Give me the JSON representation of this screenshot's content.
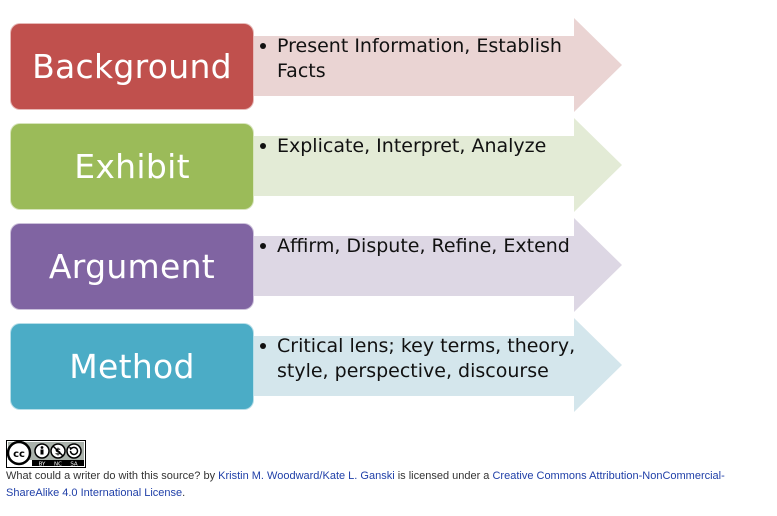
{
  "rows": [
    {
      "title": "Background",
      "bullets": [
        "Present Information, Establish Facts"
      ],
      "box_color": "#c0504d",
      "arrow_color": "#ead4d3"
    },
    {
      "title": "Exhibit",
      "bullets": [
        "Explicate, Interpret, Analyze"
      ],
      "box_color": "#9bbb59",
      "arrow_color": "#e3ebd6"
    },
    {
      "title": "Argument",
      "bullets": [
        "Affirm, Dispute, Refine, Extend"
      ],
      "box_color": "#8064a2",
      "arrow_color": "#ddd7e4"
    },
    {
      "title": "Method",
      "bullets": [
        "Critical lens; key terms, theory, style, perspective, discourse"
      ],
      "box_color": "#4bacc6",
      "arrow_color": "#d4e6ec"
    }
  ],
  "license_badge": {
    "symbols": [
      "cc",
      "by",
      "nc",
      "sa"
    ],
    "labels": [
      "BY",
      "NC",
      "SA"
    ]
  },
  "attribution": {
    "work_title": "What could a writer do with this source?",
    "by_word": " by ",
    "authors": "Kristin M. Woodward/Kate L. Ganski",
    "licensed_text": " is licensed under a ",
    "license_name": "Creative Commons Attribution-NonCommercial-ShareAlike 4.0 International License",
    "end": "."
  }
}
